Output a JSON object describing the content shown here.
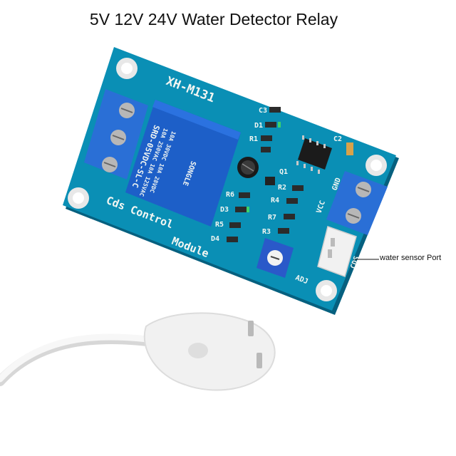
{
  "title": "5V 12V 24V Water Detector Relay",
  "callout_label": "water sensor Port",
  "board": {
    "model": "XH-M131",
    "subtitle_line1": "Cds Control",
    "subtitle_line2": "Module",
    "labels": {
      "c3": "C3",
      "d1": "D1",
      "r1": "R1",
      "c2": "C2",
      "q1": "Q1",
      "r2": "R2",
      "r4": "R4",
      "r6": "R6",
      "d3": "D3",
      "r5": "R5",
      "r7": "R7",
      "r3": "R3",
      "d4": "D4",
      "vcc": "VCC",
      "gnd": "GND",
      "cds": "CDS",
      "adj": "ADJ"
    }
  },
  "relay": {
    "line1": "SRD-05VDC-SL-C",
    "line2": "10A 250VAC 10A 125VAC",
    "line3": "10A 30VDC 10A 28VDC",
    "brand": "SONGLE"
  },
  "colors": {
    "pcb": "#0a8fb5",
    "pcb_dark": "#06607f",
    "relay": "#1d5fc8",
    "terminal": "#2a6fd6",
    "cable": "#f4f4f4"
  }
}
